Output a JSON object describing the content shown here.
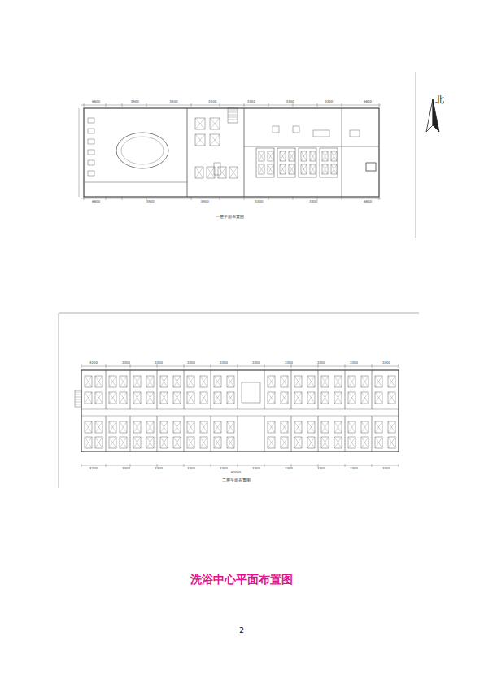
{
  "diagram": {
    "caption": "洗浴中心平面布置图",
    "labels": [
      "北",
      "一层平面布置图",
      "二层平面布置图",
      "2",
      "6600",
      "3900",
      "3900",
      "3300",
      "3300",
      "3300",
      "3300",
      "6600",
      "6600",
      "3900",
      "3900",
      "3300",
      "3300",
      "6600",
      "4200",
      "3300",
      "3300",
      "3300",
      "3300",
      "3300",
      "3300",
      "3300",
      "3300",
      "3400",
      "4200",
      "3300",
      "3300",
      "3300",
      "3300",
      "3300",
      "3300",
      "3300",
      "3300",
      "3400",
      "60000"
    ]
  }
}
